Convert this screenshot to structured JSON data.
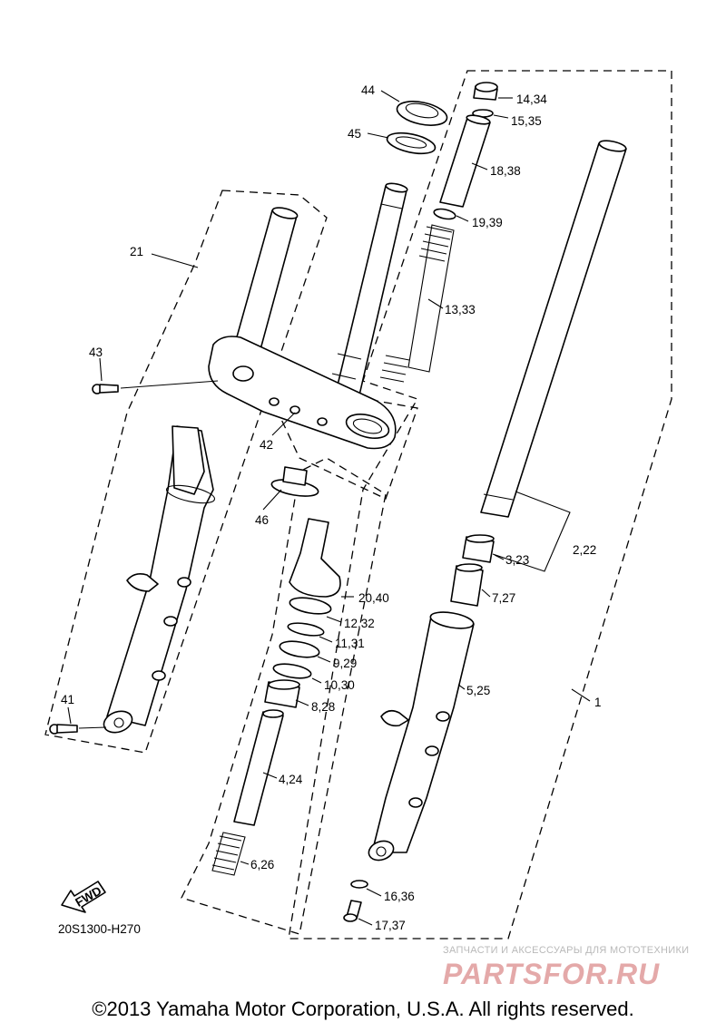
{
  "diagram_code": "20S1300-H270",
  "fwd_label": "FWD",
  "copyright": "©2013 Yamaha Motor Corporation, U.S.A. All rights reserved.",
  "watermark": {
    "tagline": "ЗАПЧАСТИ И АКСЕССУАРЫ ДЛЯ МОТОТЕХНИКИ",
    "logo": "PARTSFOR.RU"
  },
  "callouts": {
    "c44": "44",
    "c45": "45",
    "c14_34": "14,34",
    "c15_35": "15,35",
    "c18_38": "18,38",
    "c19_39": "19,39",
    "c13_33": "13,33",
    "c21": "21",
    "c43": "43",
    "c42": "42",
    "c46": "46",
    "c20_40": "20,40",
    "c12_32": "12,32",
    "c11_31": "11,31",
    "c9_29": "9,29",
    "c10_30": "10,30",
    "c8_28": "8,28",
    "c4_24": "4,24",
    "c6_26": "6,26",
    "c3_23": "3,23",
    "c7_27": "7,27",
    "c2_22": "2,22",
    "c5_25": "5,25",
    "c1": "1",
    "c41": "41",
    "c16_36": "16,36",
    "c17_37": "17,37"
  }
}
